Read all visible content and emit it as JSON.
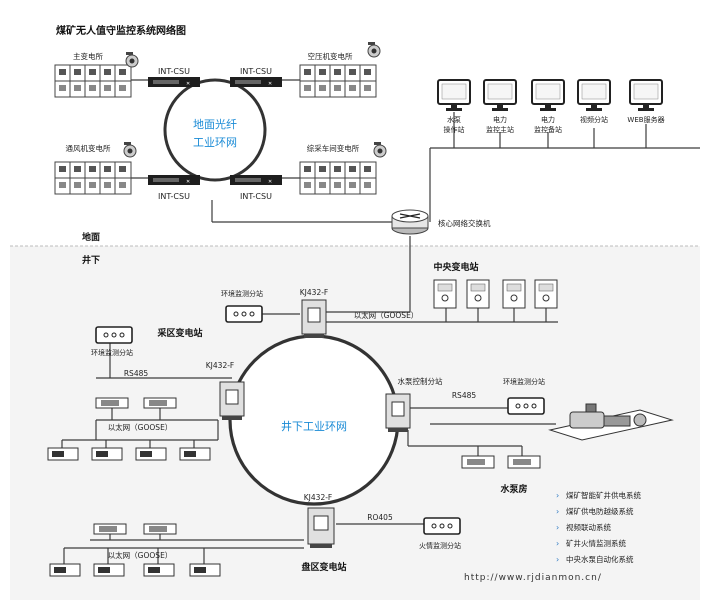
{
  "title": "煤矿无人值守监控系统网络图",
  "surface": {
    "zone_label": "地面",
    "ring_label_line1": "地面光纤",
    "ring_label_line2": "工业环网",
    "substations": {
      "main": "主变电所",
      "compressor": "空压机变电所",
      "ventilation": "通风机变电所",
      "coal_mining": "综采车间变电所"
    },
    "int_csu": "INT-CSU",
    "core_switch": "核心网络交换机",
    "stations": [
      {
        "line1": "水泵",
        "line2": "操作站"
      },
      {
        "line1": "电力",
        "line2": "监控主站"
      },
      {
        "line1": "电力",
        "line2": "监控备站"
      },
      {
        "line1": "视频分站",
        "line2": ""
      },
      {
        "line1": "WEB服务器",
        "line2": ""
      }
    ]
  },
  "underground": {
    "zone_label": "井下",
    "ring_label": "井下工业环网",
    "central_substation": "中央变电站",
    "mining_substation": "采区变电站",
    "pump_room": "水泵房",
    "pan_substation": "盘区变电站",
    "kj432": "KJ432-F",
    "env_station": "环境监测分站",
    "pump_control_station": "水泵控制分站",
    "fire_station": "火情监测分站",
    "ethernet_goose": "以太网（GOOSE）",
    "rs485": "RS485",
    "rs485_variant": "RO405"
  },
  "features": [
    "煤矿智能矿井供电系统",
    "煤矿供电防越级系统",
    "视频联动系统",
    "矿井火情监测系统",
    "中央水泵自动化系统"
  ],
  "watermark": "http://www.rjdianmon.cn/",
  "colors": {
    "accent_blue": "#1a8bd6",
    "bullet_blue": "#2b78c2",
    "underground_bg": "#f4f4f4",
    "line": "#3c3c3c"
  }
}
